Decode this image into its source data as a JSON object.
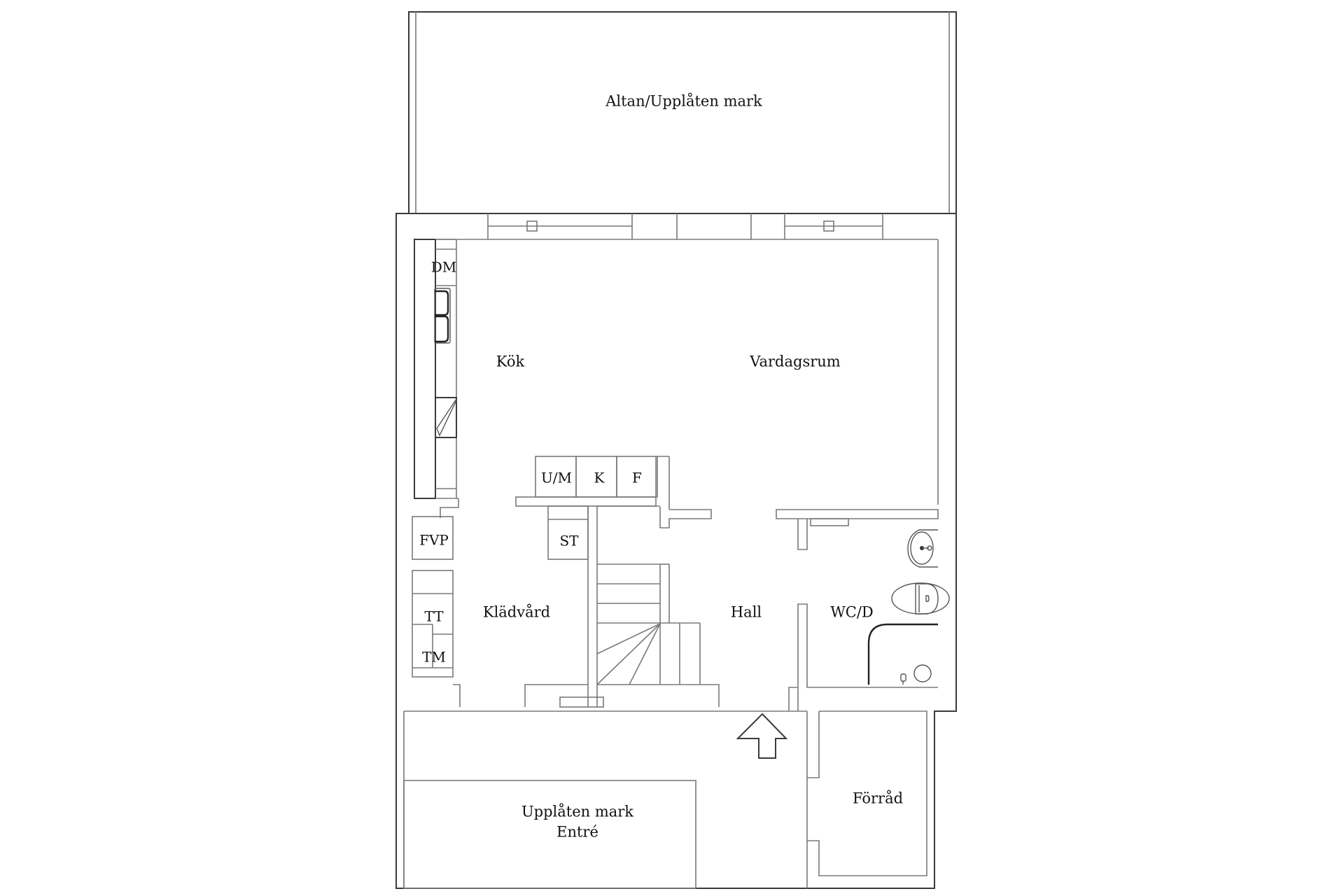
{
  "plan": {
    "rooms": [
      {
        "id": "altan",
        "label": "Altan/Upplåten mark"
      },
      {
        "id": "kok",
        "label": "Kök"
      },
      {
        "id": "vardagsrum",
        "label": "Vardagsrum"
      },
      {
        "id": "kladvard",
        "label": "Klädvård"
      },
      {
        "id": "hall",
        "label": "Hall"
      },
      {
        "id": "wcd",
        "label": "WC/D"
      },
      {
        "id": "entre_line1",
        "label": "Upplåten mark"
      },
      {
        "id": "entre_line2",
        "label": "Entré"
      },
      {
        "id": "forrad",
        "label": "Förråd"
      }
    ],
    "appliances": [
      {
        "id": "dm",
        "label": "DM"
      },
      {
        "id": "um",
        "label": "U/M"
      },
      {
        "id": "k",
        "label": "K"
      },
      {
        "id": "f",
        "label": "F"
      },
      {
        "id": "st",
        "label": "ST"
      },
      {
        "id": "fvp",
        "label": "FVP"
      },
      {
        "id": "tt",
        "label": "TT"
      },
      {
        "id": "tm",
        "label": "TM"
      }
    ],
    "symbols": [
      {
        "id": "entry-arrow",
        "icon": "arrow-up-icon"
      },
      {
        "id": "kitchen-sink",
        "icon": "double-sink-icon"
      },
      {
        "id": "stove",
        "icon": "stove-icon"
      },
      {
        "id": "washbasin",
        "icon": "washbasin-icon"
      },
      {
        "id": "toilet",
        "icon": "toilet-icon"
      },
      {
        "id": "shower",
        "icon": "shower-icon"
      },
      {
        "id": "staircase",
        "icon": "staircase-icon"
      }
    ],
    "colors": {
      "line": "#7a7a7a",
      "outer_wall": "#3a3a3a",
      "background": "#ffffff",
      "text": "#111111"
    }
  }
}
